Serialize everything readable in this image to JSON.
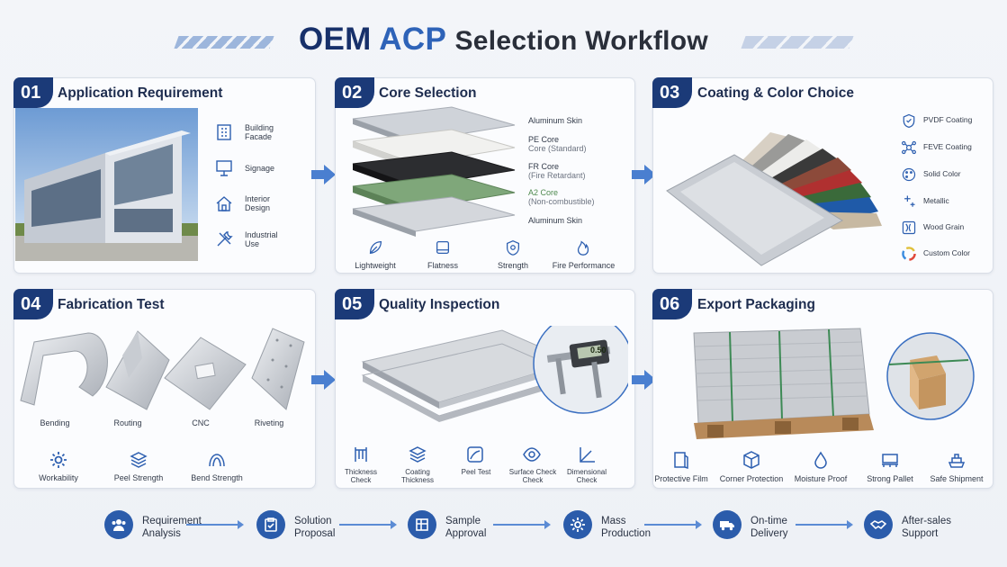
{
  "title": {
    "part1": "OEM",
    "part2": "ACP",
    "part3": "Selection Workflow"
  },
  "cards": [
    {
      "num": "01",
      "title": "Application Requirement",
      "items": [
        "Building\nFacade",
        "Signage",
        "Interior\nDesign",
        "Industrial\nUse"
      ]
    },
    {
      "num": "02",
      "title": "Core Selection",
      "layers": [
        {
          "name": "Aluminum Skin",
          "sub": ""
        },
        {
          "name": "PE Core",
          "sub": "Core (Standard)"
        },
        {
          "name": "FR Core",
          "sub": "(Fire Retardant)"
        },
        {
          "name": "A2 Core",
          "sub": "(Non-combustible)"
        },
        {
          "name": "Aluminum Skin",
          "sub": ""
        }
      ],
      "features": [
        "Lightweight",
        "Flatness",
        "Strength",
        "Fire Performance"
      ]
    },
    {
      "num": "03",
      "title": "Coating & Color Choice",
      "items": [
        "PVDF Coating",
        "FEVE Coating",
        "Solid Color",
        "Metallic",
        "Wood Grain",
        "Custom Color"
      ]
    },
    {
      "num": "04",
      "title": "Fabrication Test",
      "processes": [
        "Bending",
        "Routing",
        "CNC",
        "Riveting"
      ],
      "features": [
        "Workability",
        "Peel Strength",
        "Bend Strength"
      ]
    },
    {
      "num": "05",
      "title": "Quality Inspection",
      "checks": [
        "Thickness\nCheck",
        "Coating\nThickness",
        "Peel Test",
        "Surface Check\nCheck",
        "Dimensional\nCheck"
      ],
      "caliper_reading": "0.50"
    },
    {
      "num": "06",
      "title": "Export Packaging",
      "features": [
        "Protective Film",
        "Corner Protection",
        "Moisture Proof",
        "Strong Pallet",
        "Safe Shipment"
      ]
    }
  ],
  "steps": [
    {
      "label": "Requirement\nAnalysis"
    },
    {
      "label": "Solution\nProposal"
    },
    {
      "label": "Sample\nApproval"
    },
    {
      "label": "Mass\nProduction"
    },
    {
      "label": "On-time\nDelivery"
    },
    {
      "label": "After-sales\nSupport"
    }
  ],
  "colors": {
    "navy": "#1b3a78",
    "accent": "#2e63b8",
    "arrow": "#4a7fd0"
  }
}
